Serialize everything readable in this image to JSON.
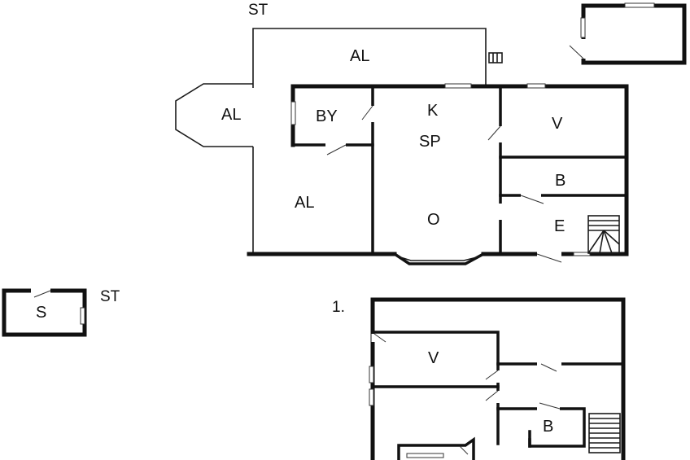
{
  "ground_floor": {
    "header": "ST",
    "rooms": {
      "al_top": "AL",
      "al_bay": "AL",
      "al_lower": "AL",
      "by": "BY",
      "k": "K",
      "sp": "SP",
      "o": "O",
      "v": "V",
      "b": "B",
      "e": "E"
    }
  },
  "outbuilding": {
    "header": "ST",
    "room": "S"
  },
  "first_floor": {
    "header": "1.",
    "rooms": {
      "v": "V",
      "b": "B"
    }
  }
}
